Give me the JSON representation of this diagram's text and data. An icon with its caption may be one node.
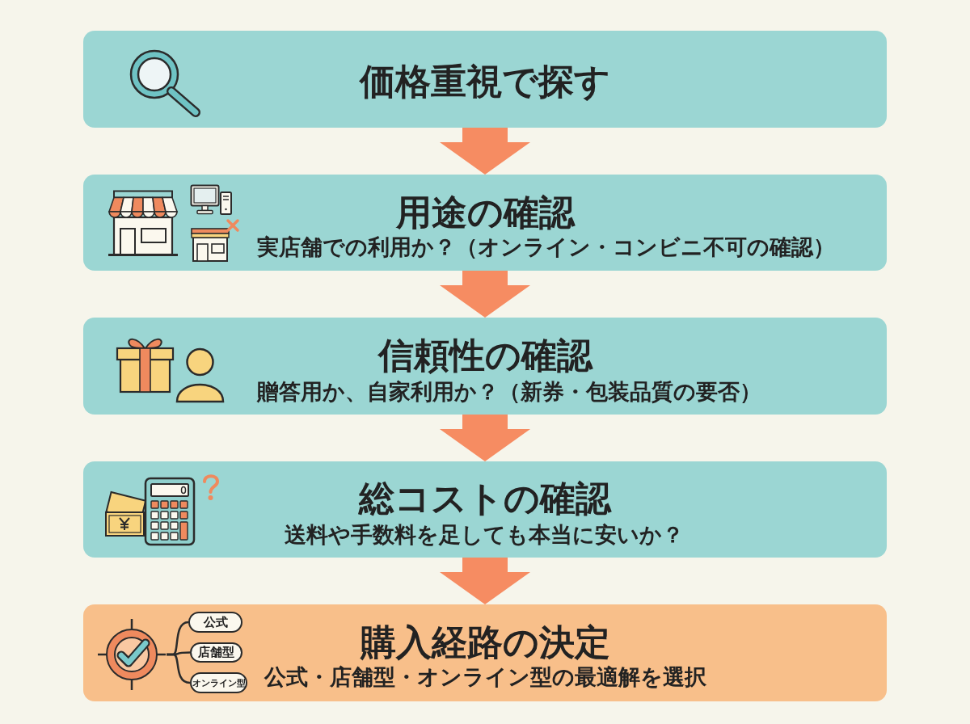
{
  "diagram": {
    "nodes": [
      {
        "text": [
          "価格重視で探す"
        ]
      },
      {
        "text": [
          "用途の確認",
          "実店舗での利用か？（オンライン・コンビニ不可の確認）"
        ]
      },
      {
        "text": [
          "信頼性の確認",
          "贈答用か、自家利用か？（新券・包装品質の要否）"
        ]
      },
      {
        "text": [
          "総コストの確認",
          "送料や手数料を足しても本当に安いか？"
        ]
      },
      {
        "text": [
          "購入経路の決定",
          "公式・店舗型・オンライン型の最適解を選択"
        ]
      },
      {
        "text": [],
        "shape": "picture",
        "in": 4
      },
      {
        "text": [
          "公式"
        ],
        "in": 4
      },
      {
        "text": [
          "店舗型"
        ],
        "in": 4
      },
      {
        "text": [
          "オンライン型"
        ],
        "in": 4
      }
    ],
    "edges": [
      {
        "from": 0,
        "to": 1,
        "arrow": "to"
      },
      {
        "from": 1,
        "to": 2,
        "arrow": "to"
      },
      {
        "from": 2,
        "to": 3,
        "arrow": "to"
      },
      {
        "from": 3,
        "to": 4,
        "arrow": "to"
      },
      {
        "from": 5,
        "to": 6,
        "arrow": "none",
        "color": "#2b2b2b"
      },
      {
        "from": 5,
        "to": 7,
        "arrow": "none",
        "color": "#2b2b2b"
      },
      {
        "from": 5,
        "to": 8,
        "arrow": "none",
        "color": "#2b2b2b"
      }
    ]
  }
}
